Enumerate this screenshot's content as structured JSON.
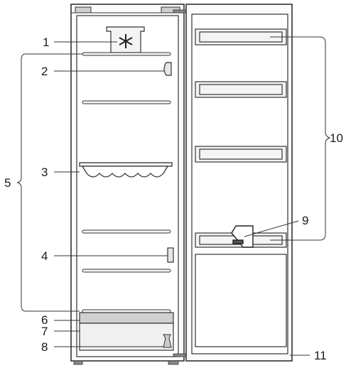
{
  "callouts": {
    "c1": "1",
    "c2": "2",
    "c3": "3",
    "c4": "4",
    "c5": "5",
    "c6": "6",
    "c7": "7",
    "c8": "8",
    "c9": "9",
    "c10": "10",
    "c11": "11"
  },
  "colors": {
    "line": "#333333",
    "fill_light": "#f4f4f4",
    "fill_mid": "#e6e6e6",
    "fill_dark": "#bdbdbd"
  },
  "icons": {
    "freezer_compartment": "snowflake-icon",
    "bottle_rack": "wave-rack-icon",
    "crisper_holder": "pouch-icon"
  }
}
